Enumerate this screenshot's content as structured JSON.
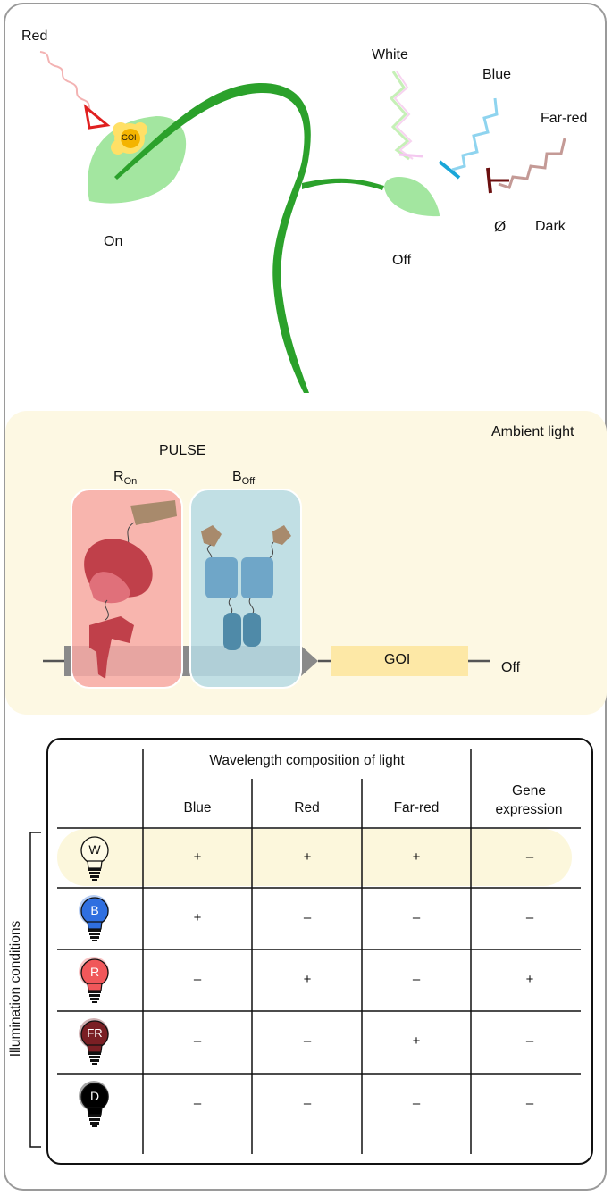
{
  "panel_a": {
    "red_label": "Red",
    "goi_label": "GOI",
    "on_label": "On",
    "white_label": "White",
    "blue_label": "Blue",
    "farred_label": "Far-red",
    "empty_symbol": "Ø",
    "dark_label": "Dark",
    "off_label": "Off"
  },
  "panel_b": {
    "ambient_label": "Ambient light",
    "pulse_label": "PULSE",
    "r_main": "R",
    "r_sub": "On",
    "b_main": "B",
    "b_sub": "Off",
    "goi_label": "GOI",
    "off_label": "Off"
  },
  "panel_c": {
    "header_group": "Wavelength composition of light",
    "columns": [
      "Blue",
      "Red",
      "Far-red"
    ],
    "gene_expression_line1": "Gene",
    "gene_expression_line2": "expression",
    "side_label": "Illumination conditions",
    "rows": [
      {
        "bulb": "W",
        "color": "#fffbe6",
        "cells": [
          "+",
          "+",
          "+",
          "–"
        ]
      },
      {
        "bulb": "B",
        "color": "#2f6fe0",
        "cells": [
          "+",
          "–",
          "–",
          "–"
        ]
      },
      {
        "bulb": "R",
        "color": "#f0575a",
        "cells": [
          "–",
          "+",
          "–",
          "+"
        ]
      },
      {
        "bulb": "FR",
        "color": "#7a1f24",
        "cells": [
          "–",
          "–",
          "+",
          "–"
        ]
      },
      {
        "bulb": "D",
        "color": "#000000",
        "cells": [
          "–",
          "–",
          "–",
          "–"
        ]
      }
    ]
  }
}
